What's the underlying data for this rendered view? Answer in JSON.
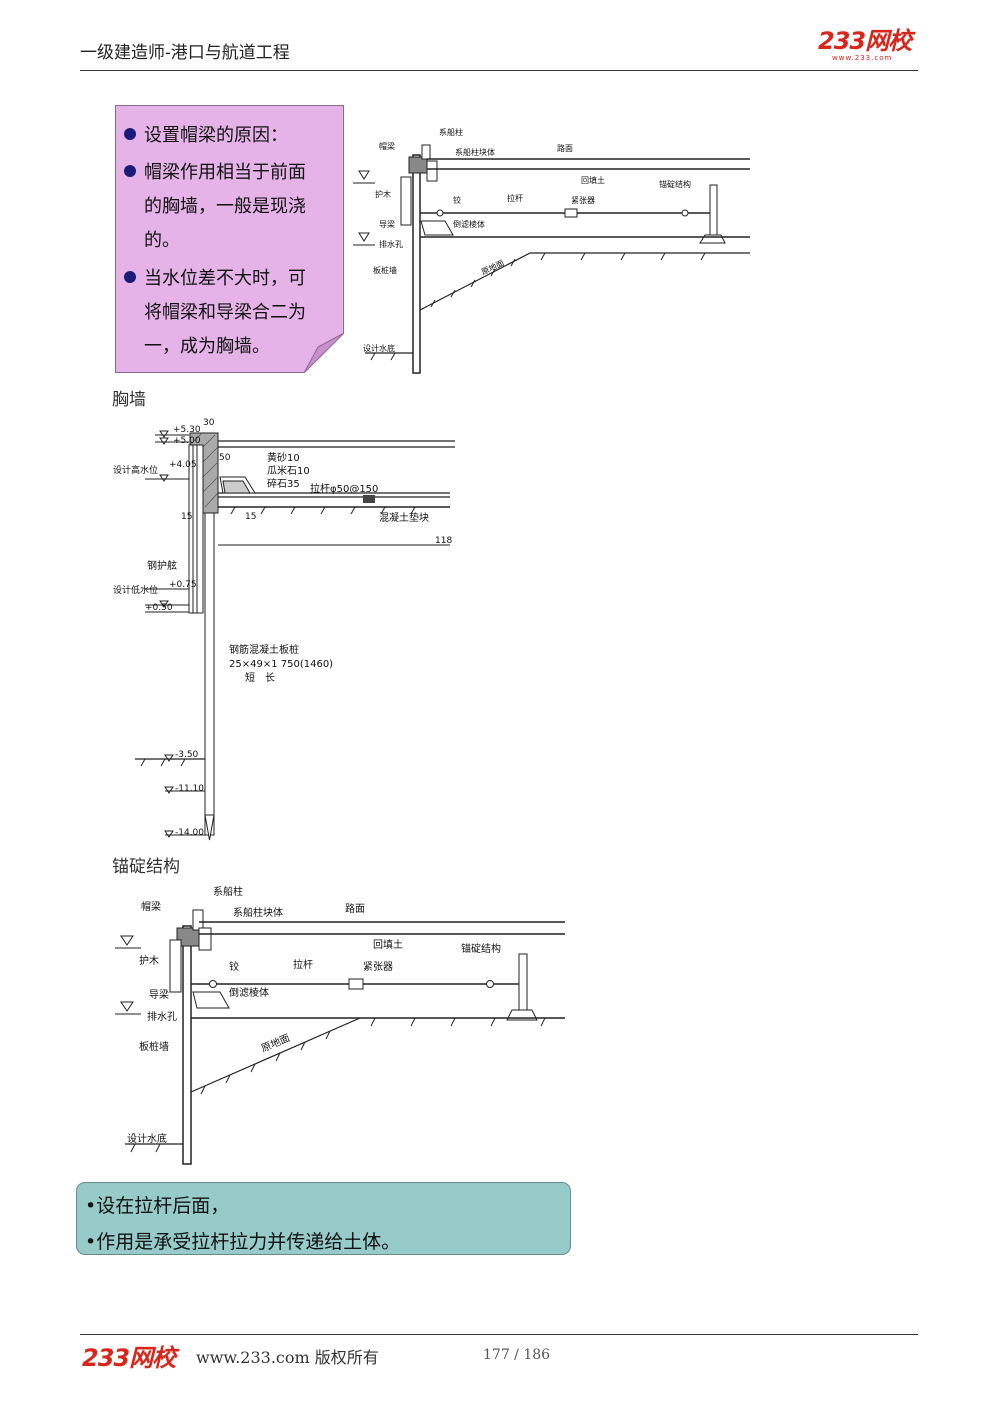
{
  "header": {
    "title": "一级建造师-港口与航道工程",
    "logo_text": "233网校",
    "logo_url": "www.233.com"
  },
  "pink_box": {
    "items": [
      {
        "lines": [
          "设置帽梁的原因："
        ]
      },
      {
        "lines": [
          "帽梁作用相当于前面",
          "的胸墙，一般是现浇",
          "的。"
        ]
      },
      {
        "lines": [
          "当水位差不大时，可",
          "将帽梁和导梁合二为",
          "一，成为胸墙。"
        ]
      }
    ]
  },
  "diagram_labels": {
    "xichuanzhu": "系船柱",
    "maoliang": "帽梁",
    "xichuanzhu_kuaiti": "系船柱块体",
    "lumian": "路面",
    "huitiantu": "回填土",
    "humu": "护木",
    "jiao": "铰",
    "lagan": "拉杆",
    "jinzhangqi": "紧张器",
    "maoding_jiegou": "锚碇结构",
    "daoliang": "导梁",
    "daolv_lengti": "倒滤棱体",
    "paishuikong": "排水孔",
    "yuandimian": "原地面",
    "banzhuangqiang": "板桩墙",
    "sheji_shuidi": "设计水底"
  },
  "section_chest_wall": {
    "label": "胸墙",
    "elev": {
      "e530": "+5.30",
      "e500": "+5.00",
      "e405": "+4.05",
      "e075": "+0.75",
      "e050": "+0.50",
      "em350": "-3.50",
      "em1110": "-11.10",
      "em1400": "-14.00"
    },
    "dims": {
      "d30": "30",
      "d50": "50",
      "d15a": "15",
      "d15b": "15",
      "d118": "118"
    },
    "texts": {
      "high_water": "设计高水位",
      "low_water": "设计低水位",
      "steel_guard": "钢护舷",
      "sand": "黄砂10",
      "gravel": "瓜米石10",
      "crushed": "碎石35",
      "tie_rod": "拉杆φ50@150",
      "conc_block": "混凝土垫块",
      "pile_name": "钢筋混凝土板桩",
      "pile_spec": "25×49×1 750(1460)",
      "pile_short": "短",
      "pile_long": "长"
    }
  },
  "section_anchor": {
    "label": "锚碇结构"
  },
  "teal_box": {
    "lines": [
      "•设在拉杆后面，",
      "•作用是承受拉杆拉力并传递给土体。"
    ]
  },
  "footer": {
    "logo_text": "233网校",
    "text": "www.233.com 版权所有",
    "page": "177 / 186"
  }
}
